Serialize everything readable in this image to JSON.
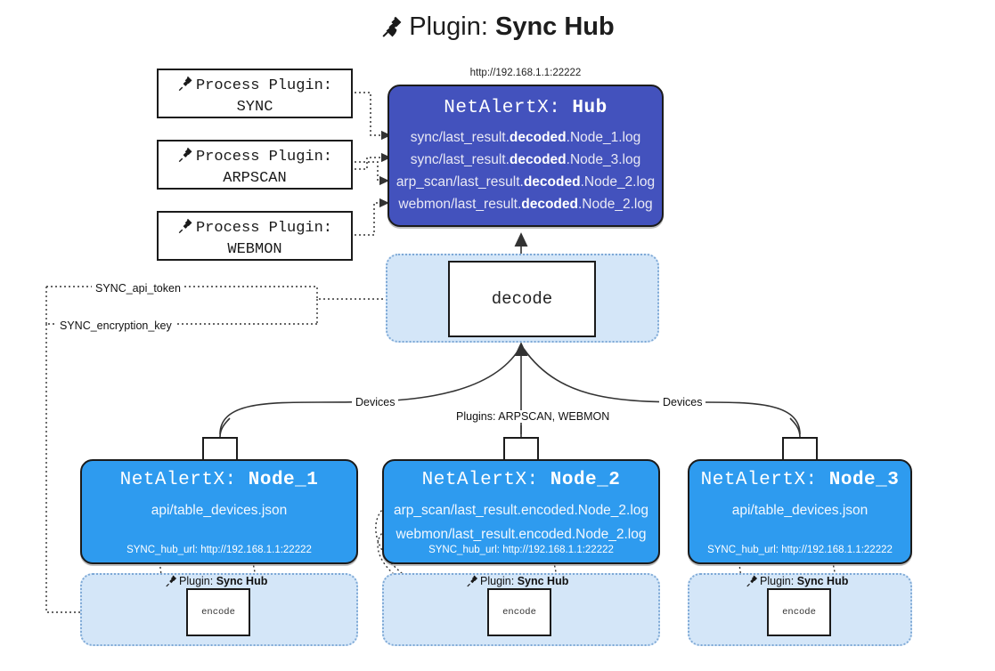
{
  "title": {
    "icon": "plug-icon",
    "prefix": "Plugin: ",
    "name": "Sync Hub"
  },
  "hub": {
    "url": "http://192.168.1.1:22222",
    "label_prefix": "NetAlertX: ",
    "label_name": "Hub",
    "entries": [
      {
        "pre": "sync/last_result.",
        "mid": "decoded",
        "post": ".Node_1.log"
      },
      {
        "pre": "sync/last_result.",
        "mid": "decoded",
        "post": ".Node_3.log"
      },
      {
        "pre": "arp_scan/last_result.",
        "mid": "decoded",
        "post": ".Node_2.log"
      },
      {
        "pre": "webmon/last_result.",
        "mid": "decoded",
        "post": ".Node_2.log"
      }
    ]
  },
  "process_plugins": [
    {
      "icon": "plug-icon",
      "line1": "Process Plugin:",
      "line2": "SYNC"
    },
    {
      "icon": "plug-icon",
      "line1": "Process Plugin:",
      "line2": "ARPSCAN"
    },
    {
      "icon": "plug-icon",
      "line1": "Process Plugin:",
      "line2": "WEBMON"
    }
  ],
  "decode": {
    "label": "decode"
  },
  "config_edges": {
    "api_token": "SYNC_api_token",
    "encryption_key": "SYNC_encryption_key"
  },
  "flow_labels": {
    "devices_left": "Devices",
    "devices_right": "Devices",
    "plugins_center": "Plugins: ARPSCAN, WEBMON"
  },
  "nodes": [
    {
      "label_prefix": "NetAlertX: ",
      "label_name": "Node_1",
      "entries": [
        "api/table_devices.json"
      ],
      "footer": "SYNC_hub_url: http://192.168.1.1:22222",
      "envelope_icon": "envelope-icon"
    },
    {
      "label_prefix": "NetAlertX: ",
      "label_name": "Node_2",
      "entries": [
        "arp_scan/last_result.encoded.Node_2.log",
        "webmon/last_result.encoded.Node_2.log"
      ],
      "footer": "SYNC_hub_url: http://192.168.1.1:22222",
      "envelope_icon": "envelope-icon"
    },
    {
      "label_prefix": "NetAlertX: ",
      "label_name": "Node_3",
      "entries": [
        "api/table_devices.json"
      ],
      "footer": "SYNC_hub_url: http://192.168.1.1:22222",
      "envelope_icon": "envelope-icon"
    }
  ],
  "encode_lanes": [
    {
      "icon": "plug-icon",
      "label_prefix": "Plugin: ",
      "label_name": "Sync Hub",
      "box_label": "encode"
    },
    {
      "icon": "plug-icon",
      "label_prefix": "Plugin: ",
      "label_name": "Sync Hub",
      "box_label": "encode"
    },
    {
      "icon": "plug-icon",
      "label_prefix": "Plugin: ",
      "label_name": "Sync Hub",
      "box_label": "encode"
    }
  ],
  "colors": {
    "hub_fill": "#4352bd",
    "node_fill": "#2e9bef",
    "container_fill": "#d4e6f8",
    "container_border": "#7ea9d6",
    "stroke": "#1b1b1b",
    "page_bg": "#ffffff"
  }
}
